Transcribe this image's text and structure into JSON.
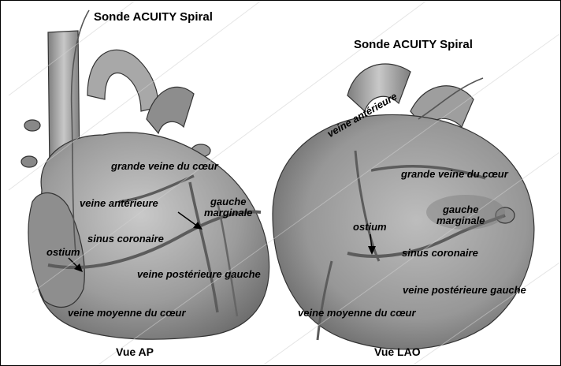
{
  "left_view": {
    "lead_label": "Sonde ACUITY Spiral",
    "view_label": "Vue AP",
    "labels": {
      "great_cardiac_vein": "grande veine du cœur",
      "anterior_vein": "veine antérieure",
      "left_marginal": "gauche\nmarginale",
      "coronary_sinus": "sinus coronaire",
      "ostium": "ostium",
      "posterior_left_vein": "veine postérieure gauche",
      "middle_cardiac_vein": "veine moyenne du cœur"
    }
  },
  "right_view": {
    "lead_label": "Sonde ACUITY Spiral",
    "view_label": "Vue LAO",
    "labels": {
      "anterior_vein": "veine antérieure",
      "great_cardiac_vein": "grande veine du cœur",
      "left_marginal": "gauche\nmarginale",
      "ostium": "ostium",
      "coronary_sinus": "sinus coronaire",
      "posterior_left_vein": "veine postérieure gauche",
      "middle_cardiac_vein": "veine moyenne du cœur"
    }
  },
  "colors": {
    "heart_fill": "#9a9a9a",
    "heart_dark": "#6f6f6f",
    "heart_light": "#c4c4c4",
    "outline": "#333333",
    "watermark": "#c8c8c8"
  }
}
